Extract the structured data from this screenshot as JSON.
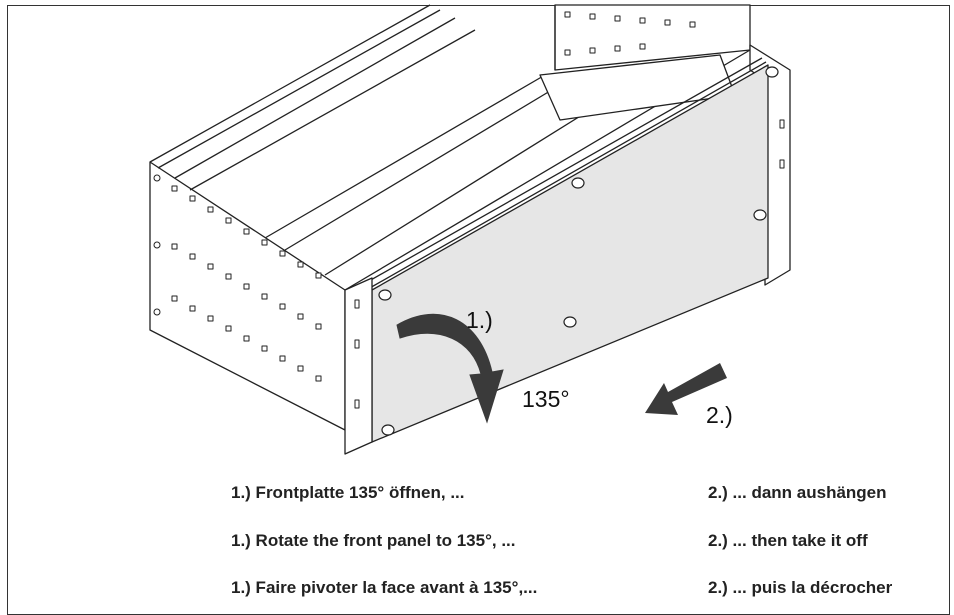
{
  "callouts": {
    "step1": "1.)",
    "angle": "135°",
    "step2": "2.)"
  },
  "instructions": [
    {
      "step1": "1.) Frontplatte 135° öffnen, ...",
      "step2": "2.) ... dann aushängen"
    },
    {
      "step1": "1.) Rotate the front panel to 135°, ...",
      "step2": "2.) ... then take it off"
    },
    {
      "step1": "1.) Faire pivoter la face avant à 135°,...",
      "step2": "2.) ... puis la décrocher"
    }
  ],
  "colors": {
    "panel": "#e6e6e6",
    "arrow": "#3a3a3a",
    "line": "#222222"
  }
}
